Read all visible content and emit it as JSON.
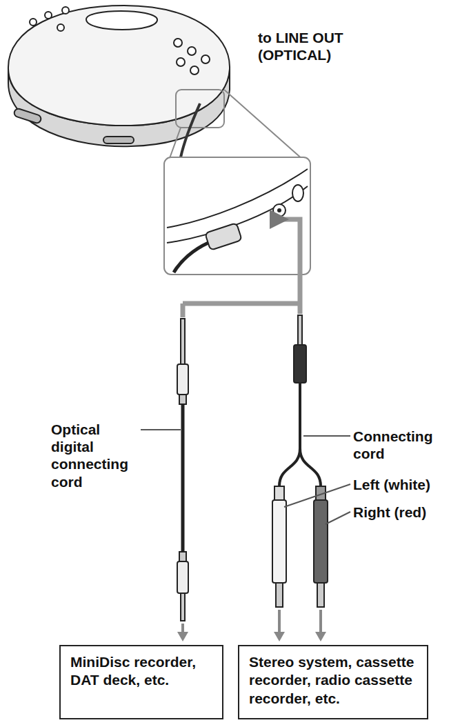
{
  "diagram": {
    "nodes": [
      {
        "text": [
          "MiniDisc recorder, DAT deck, etc."
        ]
      },
      {
        "text": [
          "Stereo system, cassette recorder, radio cassette recorder, etc."
        ]
      }
    ],
    "labels": [
      "to LINE OUT (OPTICAL)",
      "Optical digital connecting cord",
      "Connecting cord",
      "Left (white)",
      "Right (red)"
    ]
  }
}
